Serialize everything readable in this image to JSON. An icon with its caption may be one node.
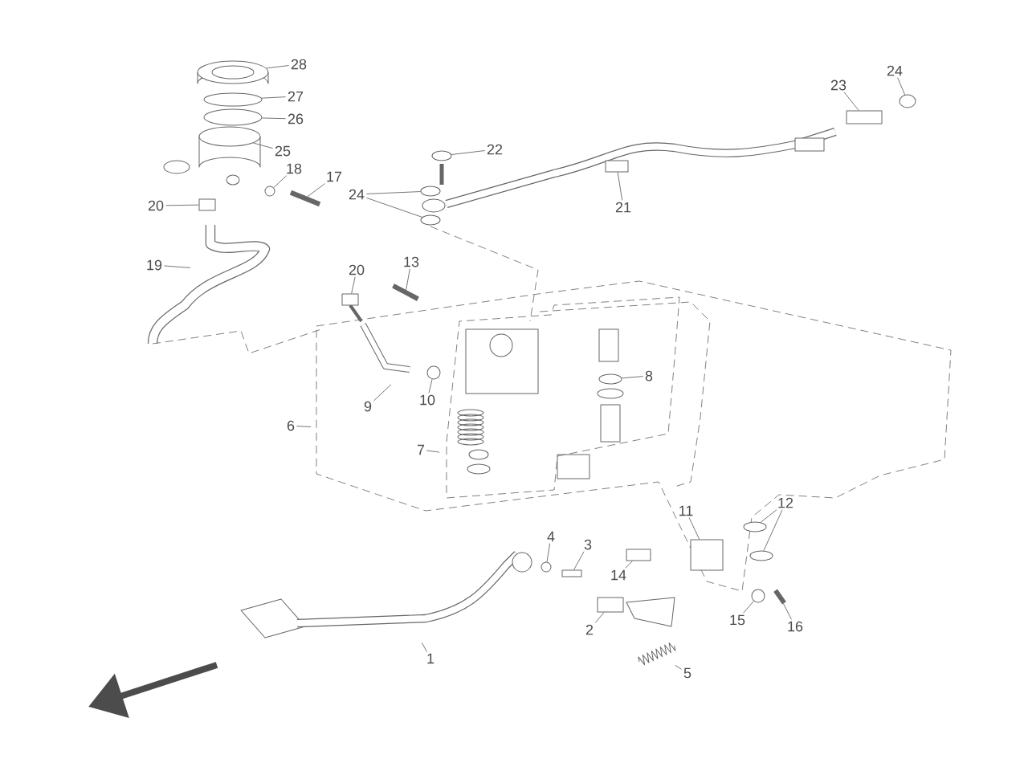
{
  "diagram": {
    "nodes": [
      {
        "text": [
          "28"
        ]
      },
      {
        "text": [
          "27"
        ]
      },
      {
        "text": [
          "26"
        ]
      },
      {
        "text": [
          "25"
        ]
      },
      {
        "text": [
          "18"
        ]
      },
      {
        "text": [
          "17"
        ]
      },
      {
        "text": [
          "20"
        ]
      },
      {
        "text": [
          "24"
        ]
      },
      {
        "text": [
          "22"
        ]
      },
      {
        "text": [
          "21"
        ]
      },
      {
        "text": [
          "23"
        ]
      },
      {
        "text": [
          "24"
        ]
      },
      {
        "text": [
          "19"
        ]
      },
      {
        "text": [
          "20"
        ]
      },
      {
        "text": [
          "13"
        ]
      },
      {
        "text": [
          "9"
        ]
      },
      {
        "text": [
          "10"
        ]
      },
      {
        "text": [
          "6"
        ]
      },
      {
        "text": [
          "7"
        ]
      },
      {
        "text": [
          "8"
        ]
      },
      {
        "text": [
          "11"
        ]
      },
      {
        "text": [
          "12"
        ]
      },
      {
        "text": [
          "4"
        ]
      },
      {
        "text": [
          "3"
        ]
      },
      {
        "text": [
          "14"
        ]
      },
      {
        "text": [
          "15"
        ]
      },
      {
        "text": [
          "16"
        ]
      },
      {
        "text": [
          "2"
        ]
      },
      {
        "text": [
          "5"
        ]
      },
      {
        "text": [
          "1"
        ]
      },
      {
        "text": [],
        "shape": "picture"
      },
      {
        "text": [],
        "shape": "circle"
      },
      {
        "text": [],
        "shape": "circle"
      },
      {
        "text": [],
        "shape": "picture"
      },
      {
        "text": [],
        "shape": "circle"
      },
      {
        "text": [],
        "shape": "bar"
      },
      {
        "text": [],
        "shape": "box"
      },
      {
        "text": [],
        "shape": "circle"
      },
      {
        "text": [],
        "shape": "circle"
      },
      {
        "text": [],
        "shape": "picture"
      },
      {
        "text": [],
        "shape": "box"
      },
      {
        "text": [],
        "shape": "box"
      },
      {
        "text": [],
        "shape": "circle"
      },
      {
        "text": [],
        "shape": "box"
      },
      {
        "text": [],
        "shape": "bar"
      },
      {
        "text": [],
        "shape": "circle"
      },
      {
        "text": [],
        "shape": "circle"
      },
      {
        "text": [],
        "shape": "box"
      },
      {
        "text": [],
        "shape": "circle"
      },
      {
        "text": [],
        "shape": "circle"
      },
      {
        "text": [],
        "shape": "circle"
      },
      {
        "text": [],
        "shape": "box"
      },
      {
        "text": [],
        "shape": "box"
      },
      {
        "text": [],
        "shape": "circle"
      },
      {
        "text": [],
        "shape": "bar"
      },
      {
        "text": [],
        "shape": "box"
      },
      {
        "text": [],
        "shape": "picture"
      }
    ],
    "edges": [
      {
        "from": 0,
        "to": 30,
        "arrow": "none"
      },
      {
        "from": 1,
        "to": 31,
        "arrow": "none"
      },
      {
        "from": 2,
        "to": 32,
        "arrow": "none"
      },
      {
        "from": 3,
        "to": 33,
        "arrow": "none"
      },
      {
        "from": 4,
        "to": 34,
        "arrow": "none"
      },
      {
        "from": 5,
        "to": 35,
        "arrow": "none"
      },
      {
        "from": 6,
        "to": 36,
        "arrow": "none"
      },
      {
        "from": 7,
        "to": 37,
        "arrow": "none"
      },
      {
        "from": 7,
        "to": 38,
        "arrow": "none"
      },
      {
        "from": 8,
        "to": 39,
        "arrow": "none"
      },
      {
        "from": 9,
        "to": 40,
        "arrow": "none"
      },
      {
        "from": 10,
        "to": 41,
        "arrow": "none"
      },
      {
        "from": 11,
        "to": 42,
        "arrow": "none"
      },
      {
        "from": 12,
        "to": null,
        "arrow": "none"
      },
      {
        "from": 13,
        "to": 43,
        "arrow": "none"
      },
      {
        "from": 14,
        "to": 44,
        "arrow": "none"
      },
      {
        "from": 15,
        "to": null,
        "arrow": "none"
      },
      {
        "from": 16,
        "to": 45,
        "arrow": "none"
      },
      {
        "from": 17,
        "to": null,
        "arrow": "none"
      },
      {
        "from": 18,
        "to": null,
        "arrow": "none"
      },
      {
        "from": 19,
        "to": 46,
        "arrow": "none"
      },
      {
        "from": 20,
        "to": 47,
        "arrow": "none"
      },
      {
        "from": 21,
        "to": 48,
        "arrow": "none"
      },
      {
        "from": 21,
        "to": 49,
        "arrow": "none"
      },
      {
        "from": 22,
        "to": 50,
        "arrow": "none"
      },
      {
        "from": 23,
        "to": 51,
        "arrow": "none"
      },
      {
        "from": 24,
        "to": 52,
        "arrow": "none"
      },
      {
        "from": 25,
        "to": 53,
        "arrow": "none"
      },
      {
        "from": 26,
        "to": 54,
        "arrow": "none"
      },
      {
        "from": 27,
        "to": 55,
        "arrow": "none"
      },
      {
        "from": 28,
        "to": 56,
        "arrow": "none"
      },
      {
        "from": 29,
        "to": null,
        "arrow": "none"
      }
    ]
  }
}
